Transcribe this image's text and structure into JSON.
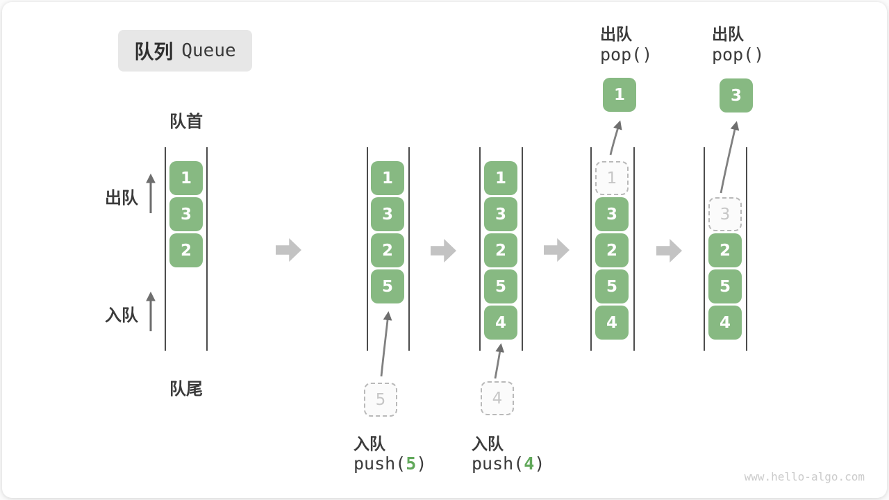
{
  "title": {
    "zh": "队列",
    "en": "Queue"
  },
  "side_labels": {
    "front": "队首",
    "rear": "队尾",
    "dequeue": "出队",
    "enqueue": "入队"
  },
  "states": [
    {
      "cells": [
        "1",
        "3",
        "2"
      ]
    },
    {
      "cells": [
        "1",
        "3",
        "2",
        "5"
      ],
      "incoming": "5"
    },
    {
      "cells": [
        "1",
        "3",
        "2",
        "5",
        "4"
      ],
      "incoming": "4"
    },
    {
      "ghost": "1",
      "cells": [
        "3",
        "2",
        "5",
        "4"
      ],
      "popped": "1"
    },
    {
      "ghost": "3",
      "cells": [
        "2",
        "5",
        "4"
      ],
      "popped": "3"
    }
  ],
  "operations": {
    "push5": {
      "label": "入队",
      "code_pre": "push(",
      "arg": "5",
      "code_post": ")"
    },
    "push4": {
      "label": "入队",
      "code_pre": "push(",
      "arg": "4",
      "code_post": ")"
    },
    "pop1": {
      "label": "出队",
      "code": "pop()"
    },
    "pop2": {
      "label": "出队",
      "code": "pop()"
    }
  },
  "watermark": "www.hello-algo.com",
  "colors": {
    "box_green": "#87b982",
    "code_green": "#61a85a",
    "block_arrow_gray": "#c3c3c3",
    "wall_gray": "#4c4c4c",
    "ghost_border": "#b9b9b9",
    "title_bg": "#e7e7e7"
  }
}
